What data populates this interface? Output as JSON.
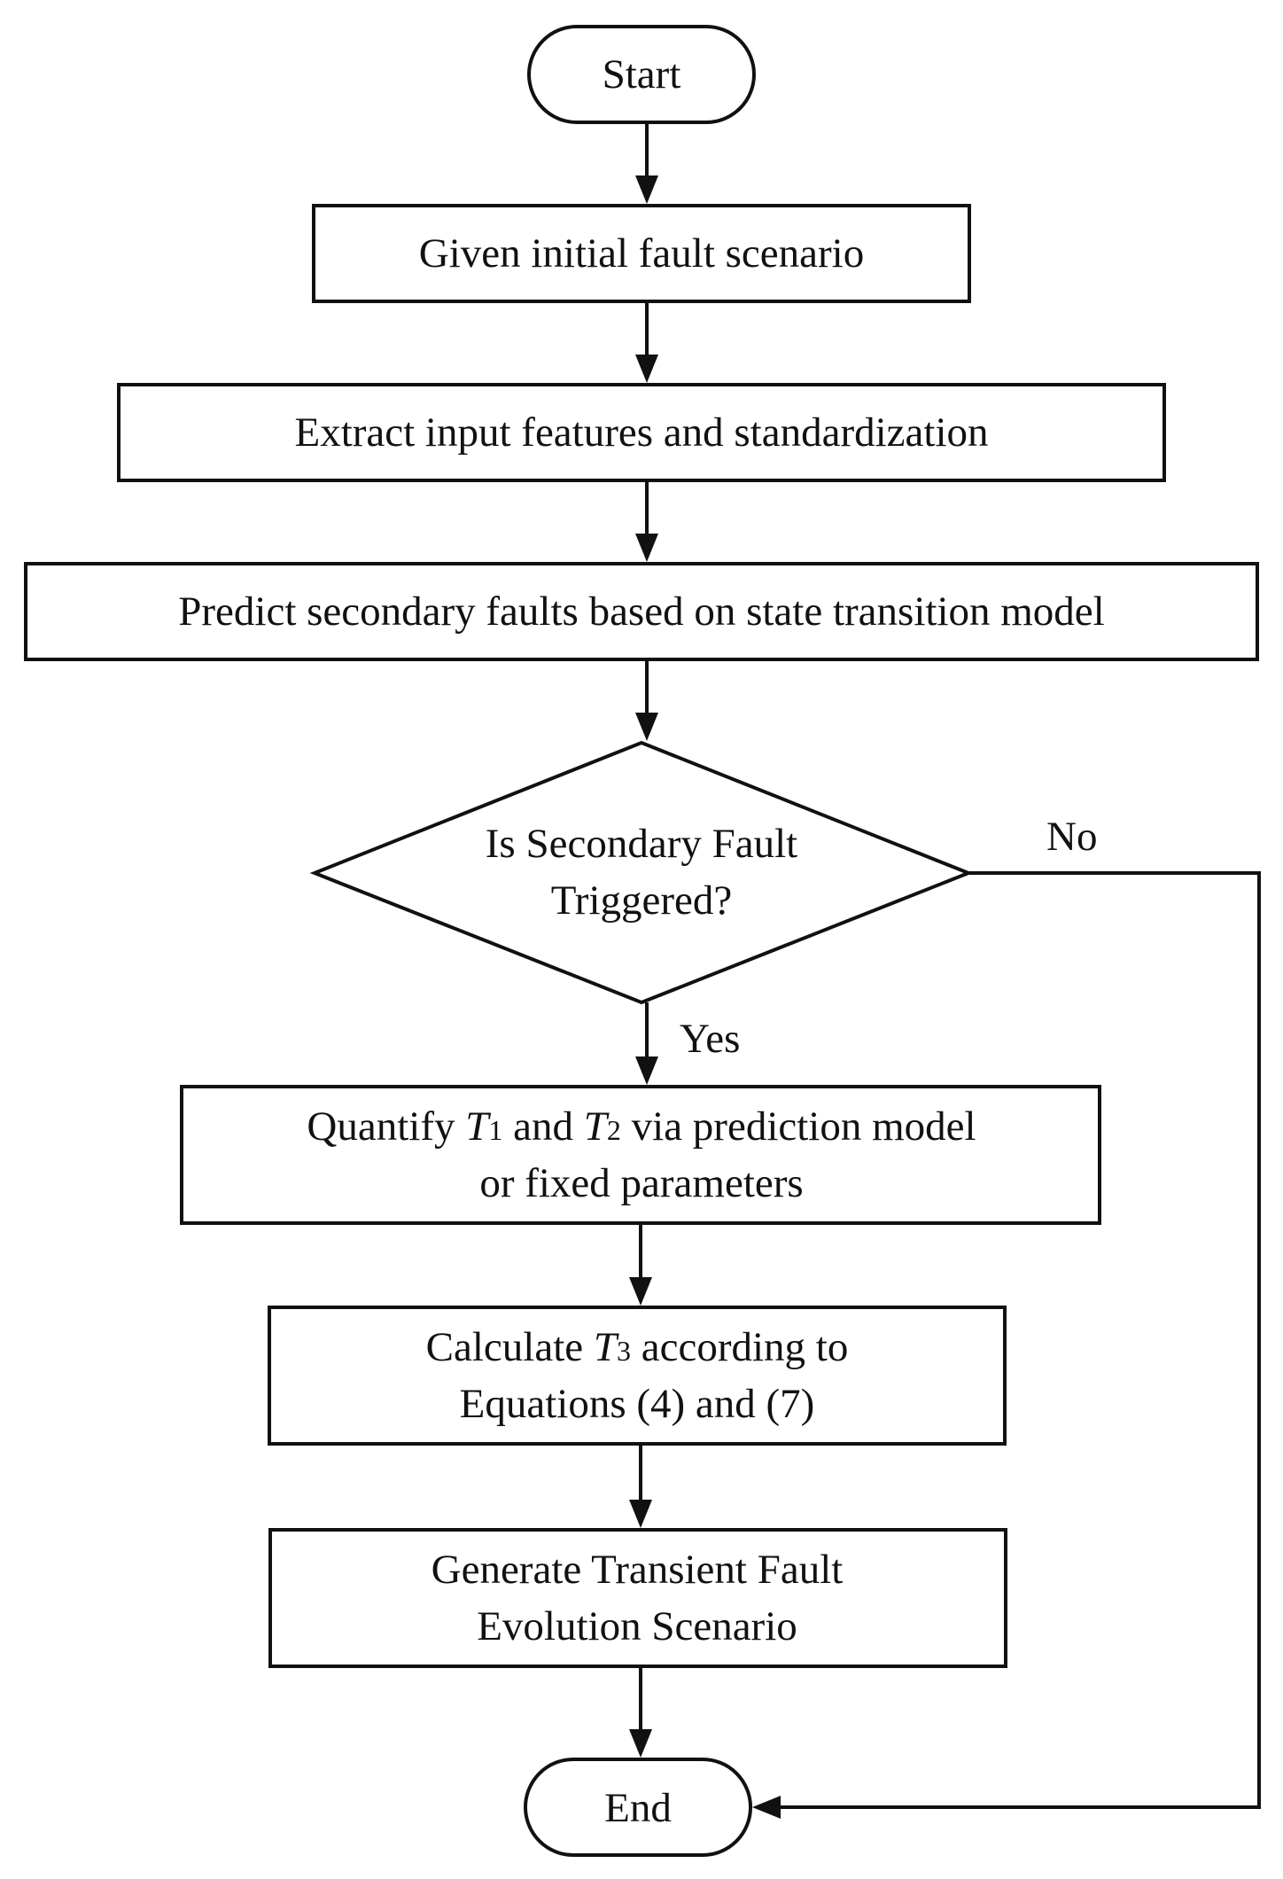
{
  "nodes": {
    "start": {
      "label": "Start"
    },
    "given": {
      "label": "Given initial fault scenario"
    },
    "extract": {
      "label": "Extract input features and standardization"
    },
    "predict": {
      "label": "Predict secondary faults based on state transition model"
    },
    "decision": {
      "line1": "Is Secondary Fault",
      "line2": "Triggered?"
    },
    "quantify": {
      "pre": "Quantify ",
      "t1": "T",
      "t1_sub": "1",
      "mid": " and ",
      "t2": "T",
      "t2_sub": "2",
      "post": " via prediction model",
      "line2": "or fixed parameters"
    },
    "calculate": {
      "pre": "Calculate ",
      "t3": "T",
      "t3_sub": "3",
      "post": " according to",
      "line2": "Equations (4) and (7)"
    },
    "generate": {
      "line1": "Generate Transient Fault",
      "line2": "Evolution Scenario"
    },
    "end": {
      "label": "End"
    }
  },
  "edges": {
    "no_label": "No",
    "yes_label": "Yes"
  }
}
